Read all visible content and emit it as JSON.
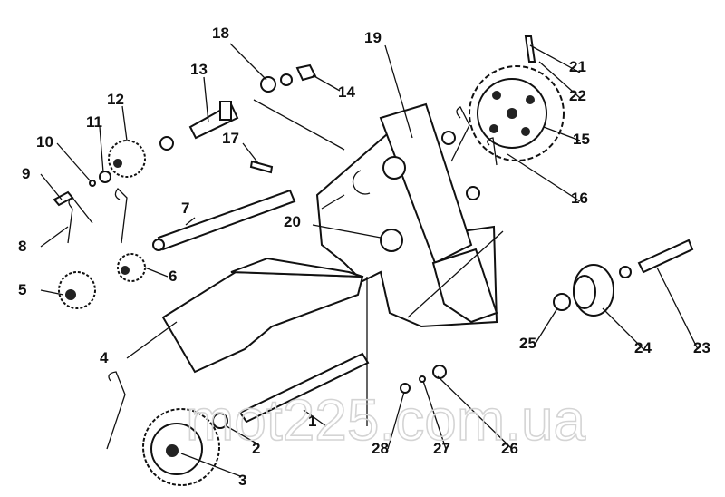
{
  "watermark": "mot225.com.ua",
  "part_numbers": [
    "1",
    "2",
    "3",
    "4",
    "5",
    "6",
    "7",
    "8",
    "9",
    "10",
    "11",
    "12",
    "13",
    "14",
    "15",
    "16",
    "17",
    "18",
    "19",
    "20",
    "21",
    "22",
    "23",
    "24",
    "25",
    "26",
    "27",
    "28"
  ]
}
